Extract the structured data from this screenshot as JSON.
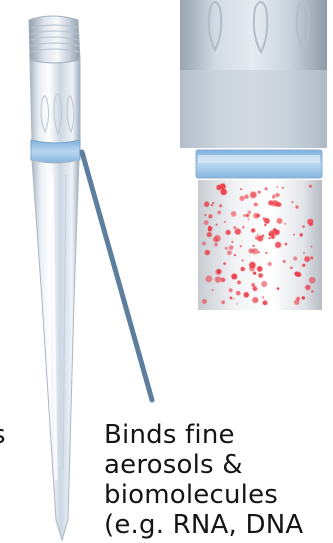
{
  "caption": {
    "line1": "Binds fine",
    "line2": "aerosols &",
    "line3": "biomolecules",
    "line4": "(e.g. RNA, DNA"
  },
  "edge_glyph": "s",
  "colors": {
    "tip_plastic": "#dfe6ee",
    "filter_band": "#9ec2e4",
    "pointer_line": "#5d7e9c",
    "particles": "#e8313c",
    "caption_text": "#151515"
  }
}
